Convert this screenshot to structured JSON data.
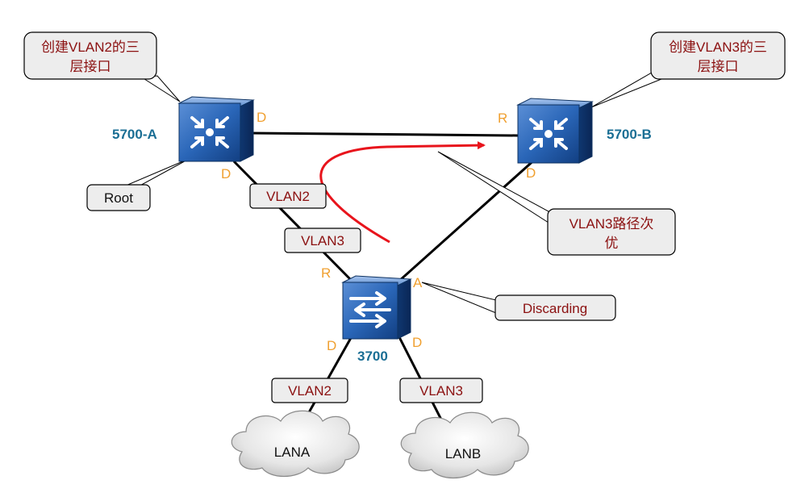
{
  "devices": {
    "switch_a": "5700-A",
    "switch_b": "5700-B",
    "access": "3700"
  },
  "ports": {
    "a_right": "D",
    "a_bottom": "D",
    "b_left": "R",
    "b_bottom": "D",
    "access_top_left": "R",
    "access_top_right": "A",
    "access_bottom_left": "D",
    "access_bottom_right": "D"
  },
  "callouts": {
    "create_vlan2_line1": "创建VLAN2的三",
    "create_vlan2_line2": "层接口",
    "create_vlan3_line1": "创建VLAN3的三",
    "create_vlan3_line2": "层接口",
    "root": "Root",
    "vlan3_path_line1": "VLAN3路径次",
    "vlan3_path_line2": "优",
    "discarding": "Discarding"
  },
  "vlan_tags": {
    "upper_vlan2": "VLAN2",
    "upper_vlan3": "VLAN3",
    "lower_vlan2": "VLAN2",
    "lower_vlan3": "VLAN3"
  },
  "clouds": {
    "lana": "LANA",
    "lanb": "LANB"
  },
  "colors": {
    "port_label": "#f0a030",
    "device_name": "#1a6e94",
    "callout_text": "#8b1010",
    "path_arrow": "#e8141c",
    "device_body": "#1f5aa6"
  }
}
